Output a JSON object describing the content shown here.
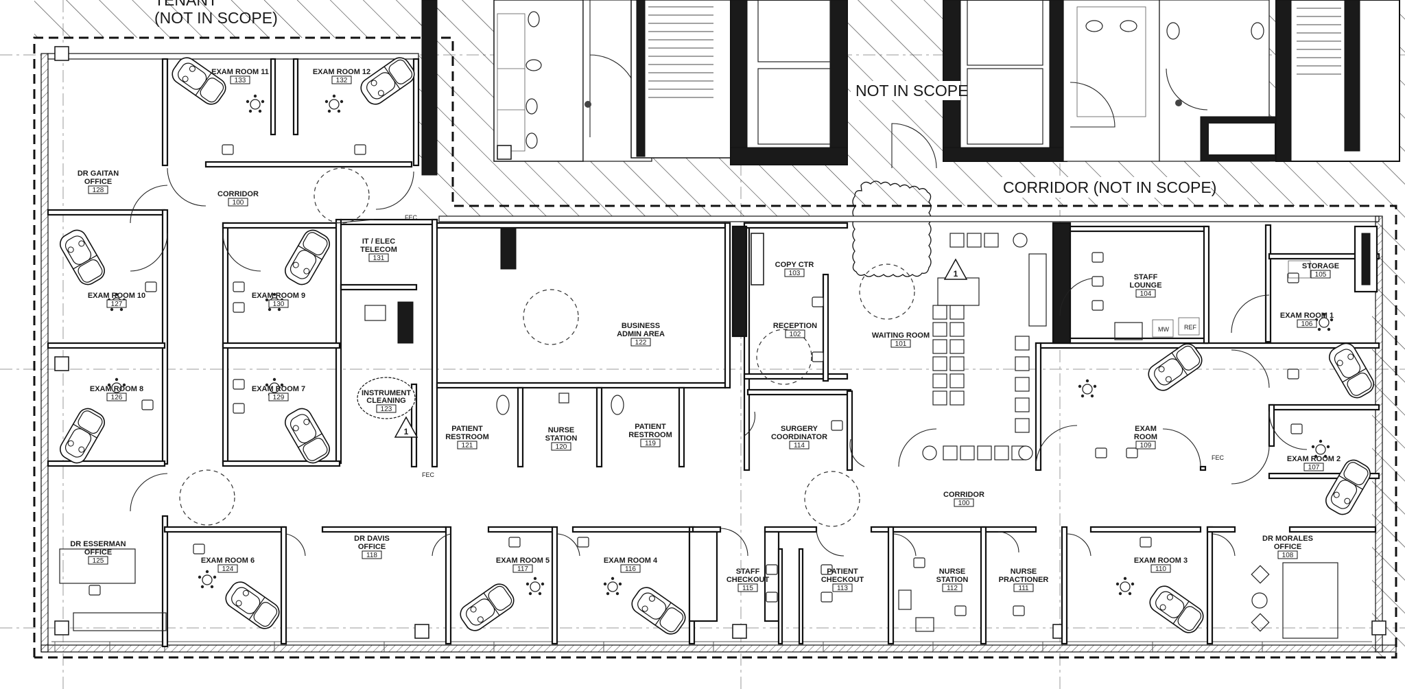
{
  "title_top": {
    "tenant": "TENANT",
    "not_in_scope_paren": "(NOT IN SCOPE)",
    "not_in_scope": "NOT IN SCOPE",
    "corridor_not_in_scope": "CORRIDOR (NOT IN SCOPE)"
  },
  "rooms": {
    "exam11": {
      "name": "EXAM ROOM 11",
      "num": "133"
    },
    "exam12": {
      "name": "EXAM ROOM 12",
      "num": "132"
    },
    "gaitan": {
      "name1": "DR GAITAN",
      "name2": "OFFICE",
      "num": "128"
    },
    "corridor100a": {
      "name": "CORRIDOR",
      "num": "100"
    },
    "exam10": {
      "name": "EXAM ROOM 10",
      "num": "127"
    },
    "exam9": {
      "name": "EXAM ROOM 9",
      "num": "130"
    },
    "itelec": {
      "name1": "IT / ELEC",
      "name2": "TELECOM",
      "num": "131"
    },
    "exam8": {
      "name": "EXAM ROOM 8",
      "num": "126"
    },
    "exam7": {
      "name": "EXAM ROOM 7",
      "num": "129"
    },
    "instrument": {
      "name1": "INSTRUMENT",
      "name2": "CLEANING",
      "num": "123"
    },
    "business": {
      "name1": "BUSINESS",
      "name2": "ADMIN AREA",
      "num": "122"
    },
    "patrest121": {
      "name1": "PATIENT",
      "name2": "RESTROOM",
      "num": "121"
    },
    "nurse120": {
      "name1": "NURSE",
      "name2": "STATION",
      "num": "120"
    },
    "patrest119": {
      "name1": "PATIENT",
      "name2": "RESTROOM",
      "num": "119"
    },
    "copy": {
      "name": "COPY CTR",
      "num": "103"
    },
    "reception": {
      "name": "RECEPTION",
      "num": "102"
    },
    "surgery": {
      "name1": "SURGERY",
      "name2": "COORDINATOR",
      "num": "114"
    },
    "waiting": {
      "name": "WAITING ROOM",
      "num": "101"
    },
    "staffl": {
      "name1": "STAFF",
      "name2": "LOUNGE",
      "num": "104"
    },
    "storage": {
      "name": "STORAGE",
      "num": "105"
    },
    "exam1": {
      "name": "EXAM ROOM 1",
      "num": "106"
    },
    "exam109": {
      "name1": "EXAM",
      "name2": "ROOM",
      "num": "109"
    },
    "exam2": {
      "name": "EXAM ROOM 2",
      "num": "107"
    },
    "corridor100b": {
      "name": "CORRIDOR",
      "num": "100"
    },
    "esserman": {
      "name1": "DR ESSERMAN",
      "name2": "OFFICE",
      "num": "125"
    },
    "exam6": {
      "name": "EXAM ROOM 6",
      "num": "124"
    },
    "davis": {
      "name1": "DR DAVIS",
      "name2": "OFFICE",
      "num": "118"
    },
    "exam5": {
      "name": "EXAM ROOM 5",
      "num": "117"
    },
    "exam4": {
      "name": "EXAM ROOM 4",
      "num": "116"
    },
    "staffcheck": {
      "name1": "STAFF",
      "name2": "CHECKOUT",
      "num": "115"
    },
    "patcheck": {
      "name1": "PATIENT",
      "name2": "CHECKOUT",
      "num": "113"
    },
    "nurse112": {
      "name1": "NURSE",
      "name2": "STATION",
      "num": "112"
    },
    "nursepract": {
      "name1": "NURSE",
      "name2": "PRACTIONER",
      "num": "111"
    },
    "exam3": {
      "name": "EXAM ROOM 3",
      "num": "110"
    },
    "morales": {
      "name1": "DR MORALES",
      "name2": "OFFICE",
      "num": "108"
    }
  },
  "misc": {
    "fec": "FEC",
    "mw": "MW",
    "ref": "REF",
    "rev": "1"
  }
}
